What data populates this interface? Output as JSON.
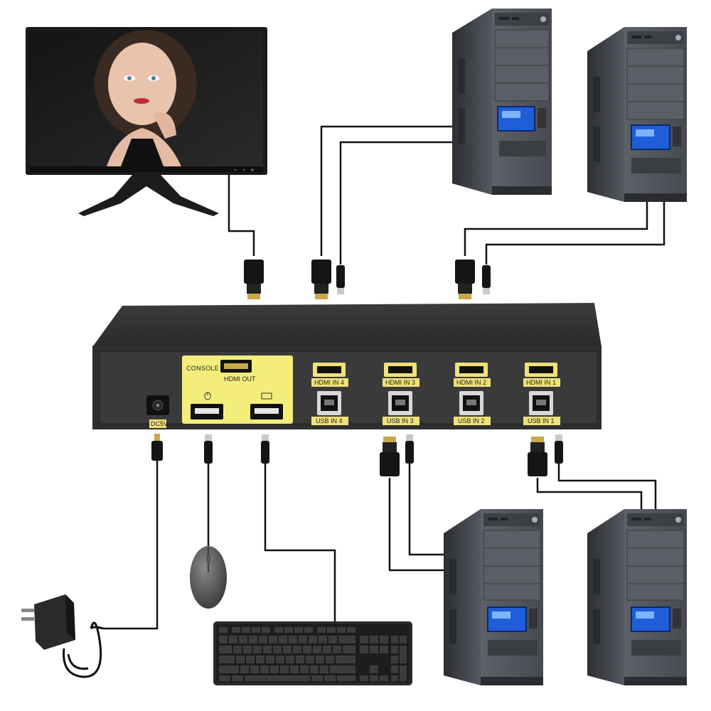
{
  "kvm": {
    "console_label": "CONSOLE",
    "hdmi_out_label": "HDMI OUT",
    "power_label": "DC5V",
    "ports": [
      {
        "hdmi": "HDMI IN 4",
        "usb": "USB IN 4"
      },
      {
        "hdmi": "HDMI IN 3",
        "usb": "USB IN 3"
      },
      {
        "hdmi": "HDMI IN 2",
        "usb": "USB IN 2"
      },
      {
        "hdmi": "HDMI IN 1",
        "usb": "USB IN 1"
      }
    ]
  },
  "devices": {
    "monitor": "monitor",
    "computers": [
      "pc-top-left",
      "pc-top-right",
      "pc-bottom-left",
      "pc-bottom-right"
    ],
    "peripherals": [
      "mouse",
      "keyboard",
      "power-adapter"
    ]
  },
  "colors": {
    "kvm_body": "#3a3a3a",
    "console_panel": "#f3ee7c",
    "label_bg": "#efe27a",
    "cable": "#111111",
    "pc_case": "#4f5258",
    "pc_screen": "#2f6fe0"
  }
}
